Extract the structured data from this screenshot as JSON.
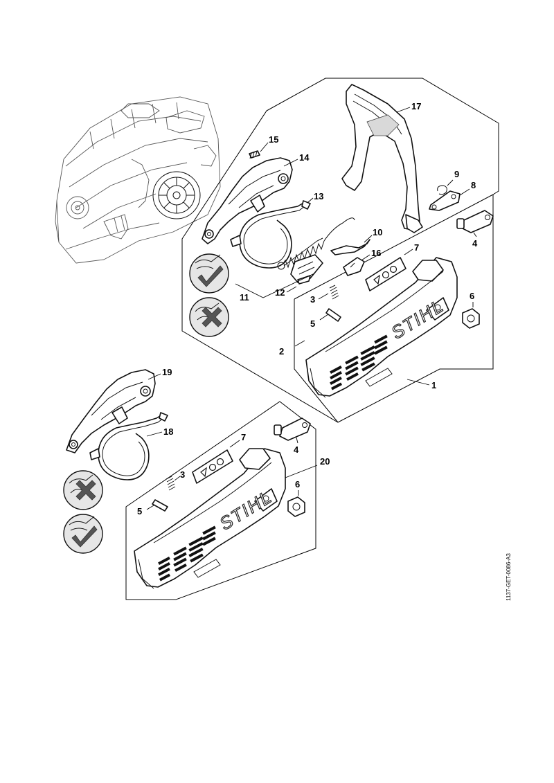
{
  "diagram": {
    "drawing_code": "1137-GET-0086-A3",
    "brand_mark": "STIHL",
    "callouts": {
      "n1": "1",
      "n2": "2",
      "n3a": "3",
      "n4a": "4",
      "n5a": "5",
      "n6a": "6",
      "n7a": "7",
      "n8": "8",
      "n9": "9",
      "n10": "10",
      "n11": "11",
      "n12": "12",
      "n13": "13",
      "n14": "14",
      "n15": "15",
      "n16": "16",
      "n17": "17",
      "n18": "18",
      "n19": "19",
      "n20": "20",
      "n3b": "3",
      "n4b": "4",
      "n5b": "5",
      "n6b": "6",
      "n7b": "7"
    },
    "indicators": {
      "correct_icon": "checkmark-icon",
      "incorrect_icon": "cross-icon"
    },
    "colors": {
      "line": "#111111",
      "check_fill": "#555555",
      "badge_fill": "#e6e6e6"
    }
  }
}
